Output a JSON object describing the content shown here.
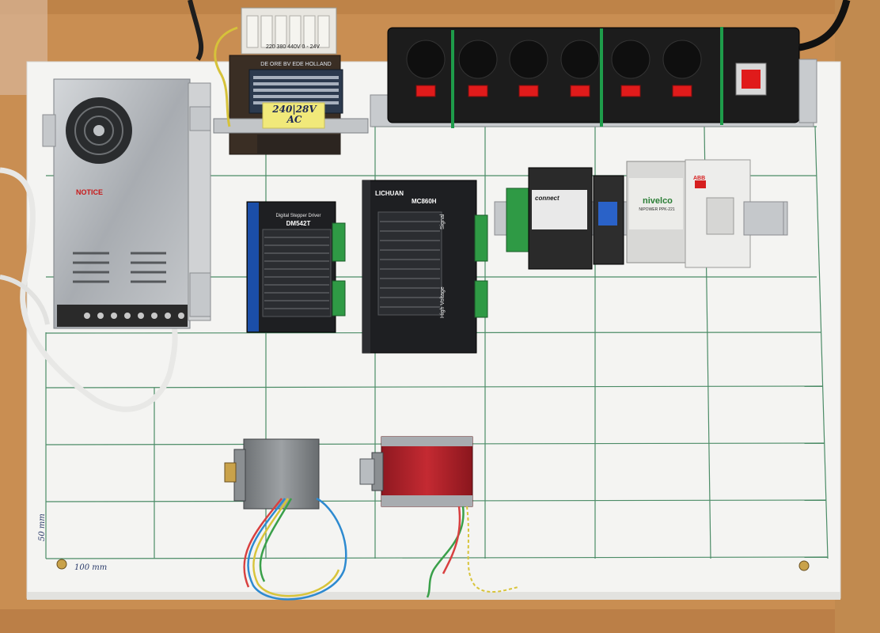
{
  "transformer": {
    "plate_line1": "220 380 440V 0 - 24V",
    "plate_brand": "DE ORE BV  EDE HOLLAND",
    "sticky_note": "240|28V AC"
  },
  "psu": {
    "notice_title": "NOTICE"
  },
  "driver_dm542t": {
    "title": "Digital Stepper Driver",
    "model": "DM542T"
  },
  "driver_mc860h": {
    "brand": "LICHUAN",
    "model": "MC860H",
    "signal_label": "Signal",
    "high_voltage_label": "High Voltage"
  },
  "modules": {
    "connect_brand": "connect",
    "nivelco_brand": "nivelco",
    "nivelco_model": "NIPOWER PPK-221",
    "abb_brand": "ABB"
  },
  "grid_labels": {
    "vertical_scale": "50 mm",
    "horizontal_scale": "100 mm"
  },
  "colors": {
    "wood": "#c98e52",
    "board": "#f4f4f2",
    "grid_line": "#2f7a4f",
    "metal": "#b9bcc0",
    "driver_black": "#1e1f22",
    "motor_red": "#b8202a",
    "terminal_green": "#2f9a45",
    "strip_black": "#1a1a1a",
    "switch_red": "#e01b1b"
  }
}
